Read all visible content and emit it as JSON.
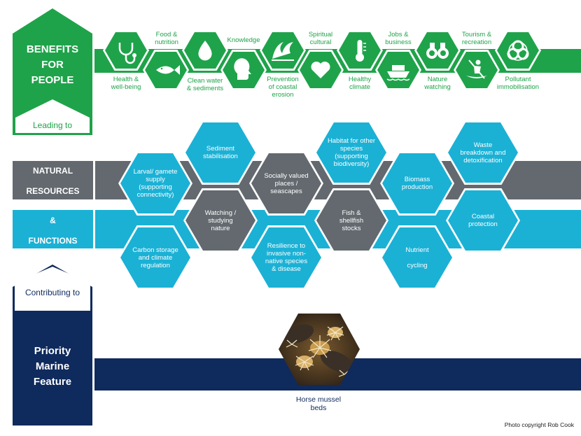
{
  "benefits": {
    "title": "BENEFITS\nFOR\nPEOPLE",
    "leading": "Leading to",
    "items": [
      {
        "label": "Health &\nwell-being",
        "icon": "stethoscope-icon"
      },
      {
        "label": "Food &\nnutrition",
        "icon": "fish-icon"
      },
      {
        "label": "Clean water\n& sediments",
        "icon": "water-drop-icon"
      },
      {
        "label": "Knowledge",
        "icon": "head-icon"
      },
      {
        "label": "Prevention\nof coastal\nerosion",
        "icon": "wave-icon"
      },
      {
        "label": "Spiritual\ncultural",
        "icon": "heart-icon"
      },
      {
        "label": "Healthy\nclimate",
        "icon": "thermometer-icon"
      },
      {
        "label": "Jobs &\nbusiness",
        "icon": "boat-icon"
      },
      {
        "label": "Nature\nwatching",
        "icon": "binoculars-icon"
      },
      {
        "label": "Tourism &\nrecreation",
        "icon": "kayak-icon"
      },
      {
        "label": "Pollutant\nimmobilisation",
        "icon": "biohazard-icon"
      }
    ]
  },
  "natural": {
    "label1": "NATURAL",
    "label2": "RESOURCES",
    "label3": "&",
    "label4": "FUNCTIONS",
    "hexes": [
      {
        "text": "Larval/ gamete\nsupply\n(supporting\nconnectivity)",
        "color": "#1bb1d5"
      },
      {
        "text": "Sediment\nstabilisation",
        "color": "#1bb1d5"
      },
      {
        "text": "Socially valued\nplaces /\nseascapes",
        "color": "#63696f"
      },
      {
        "text": "Habitat for other\nspecies\n(supporting\nbiodiversity)",
        "color": "#1bb1d5"
      },
      {
        "text": "Biomass\nproduction",
        "color": "#1bb1d5"
      },
      {
        "text": "Waste\nbreakdown and\ndetoxification",
        "color": "#1bb1d5"
      },
      {
        "text": "Carbon storage\nand climate\nregulation",
        "color": "#1bb1d5"
      },
      {
        "text": "Watching /\nstudying\nnature",
        "color": "#63696f"
      },
      {
        "text": "Resilience to\ninvasive non-\nnative species\n& disease",
        "color": "#1bb1d5"
      },
      {
        "text": "Fish &\nshellfish\nstocks",
        "color": "#63696f"
      },
      {
        "text": "Nutrient\n\ncycling",
        "color": "#1bb1d5"
      },
      {
        "text": "Coastal\nprotection",
        "color": "#1bb1d5"
      }
    ]
  },
  "priority": {
    "contributing": "Contributing to",
    "title": "Priority\nMarine\nFeature",
    "feature": "Horse mussel\nbeds",
    "credit": "Photo copyright Rob Cook"
  },
  "colors": {
    "green": "#1fa34a",
    "cyan": "#1bb1d5",
    "grey": "#63696f",
    "navy": "#0f2a5c"
  }
}
